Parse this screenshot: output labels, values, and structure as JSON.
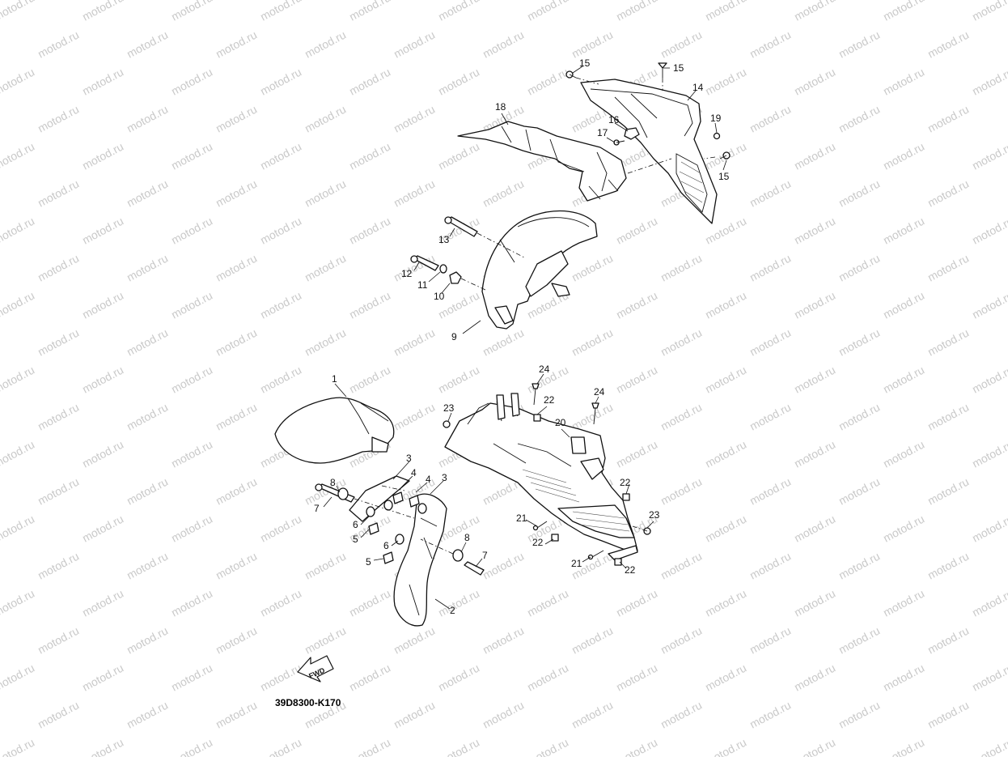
{
  "watermark": {
    "text": "motod.ru",
    "color": "#c9c9c9"
  },
  "diagram_code": "39D8300-K170",
  "fwd_label": "FWD",
  "callouts": {
    "c1": "1",
    "c2": "2",
    "c3a": "3",
    "c3b": "3",
    "c4a": "4",
    "c4b": "4",
    "c5a": "5",
    "c5b": "5",
    "c6a": "6",
    "c6b": "6",
    "c7a": "7",
    "c7b": "7",
    "c8a": "8",
    "c8b": "8",
    "c9": "9",
    "c10": "10",
    "c11": "11",
    "c12": "12",
    "c13": "13",
    "c14": "14",
    "c15a": "15",
    "c15b": "15",
    "c15c": "15",
    "c16": "16",
    "c17": "17",
    "c18": "18",
    "c19": "19",
    "c20": "20",
    "c21a": "21",
    "c21b": "21",
    "c22a": "22",
    "c22b": "22",
    "c22c": "22",
    "c22d": "22",
    "c23a": "23",
    "c23b": "23",
    "c24a": "24",
    "c24b": "24"
  }
}
